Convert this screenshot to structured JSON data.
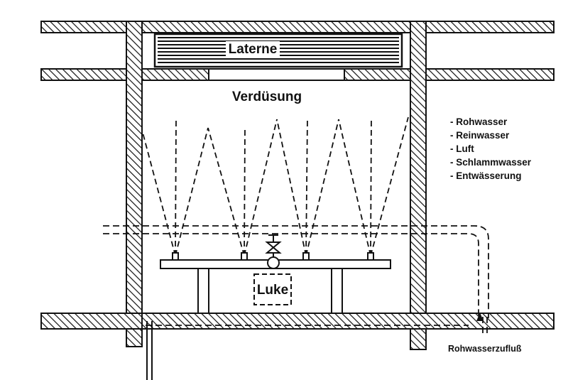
{
  "labels": {
    "laterne": "Laterne",
    "verduesung": "Verdüsung",
    "luke": "Luke",
    "rohwasserzufluss": "Rohwasserzufluß"
  },
  "legend": [
    "- Rohwasser",
    "- Reinwasser",
    "- Luft",
    "- Schlammwasser",
    "- Entwässerung"
  ],
  "colors": {
    "ink": "#111111",
    "paper": "#ffffff"
  }
}
